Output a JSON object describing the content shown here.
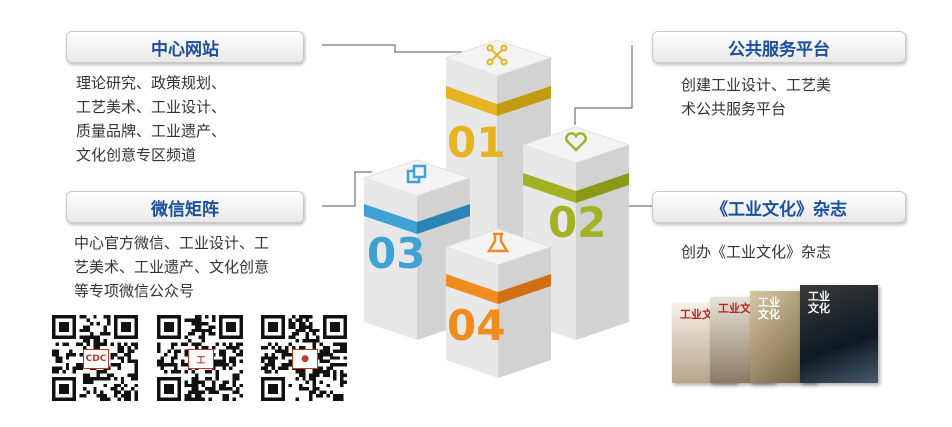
{
  "sections": {
    "center_website": {
      "title": "中心网站",
      "description": "理论研究、政策规划、\n工艺美术、工业设计、\n质量品牌、工业遗产、\n文化创意专区频道"
    },
    "wechat_matrix": {
      "title": "微信矩阵",
      "description": "中心官方微信、工业设计、工\n艺美术、工业遗产、文化创意\n等专项微信公众号"
    },
    "public_service_platform": {
      "title": "公共服务平台",
      "description": "创建工业设计、工艺美\n术公共服务平台"
    },
    "magazine": {
      "title": "《工业文化》杂志",
      "description": "创办《工业文化》杂志"
    }
  },
  "pillars": [
    {
      "number": "01",
      "color": "#e6b422",
      "icon": "network-nodes-icon"
    },
    {
      "number": "02",
      "color": "#a3b224",
      "icon": "heart-icon"
    },
    {
      "number": "03",
      "color": "#3ea3d4",
      "icon": "overlapping-squares-icon"
    },
    {
      "number": "04",
      "color": "#f08c1e",
      "icon": "flask-icon"
    }
  ],
  "qr_codes": [
    {
      "badge": "CDC"
    },
    {
      "badge": "工"
    },
    {
      "badge": "●"
    }
  ],
  "magazine_covers": [
    {
      "title": "工业文化"
    },
    {
      "title": "工业文化"
    },
    {
      "title": "工业\n文化"
    },
    {
      "title": "工业\n文化"
    }
  ],
  "colors": {
    "title_text": "#1a4fa0",
    "body_text": "#333333",
    "connector": "#555555"
  }
}
